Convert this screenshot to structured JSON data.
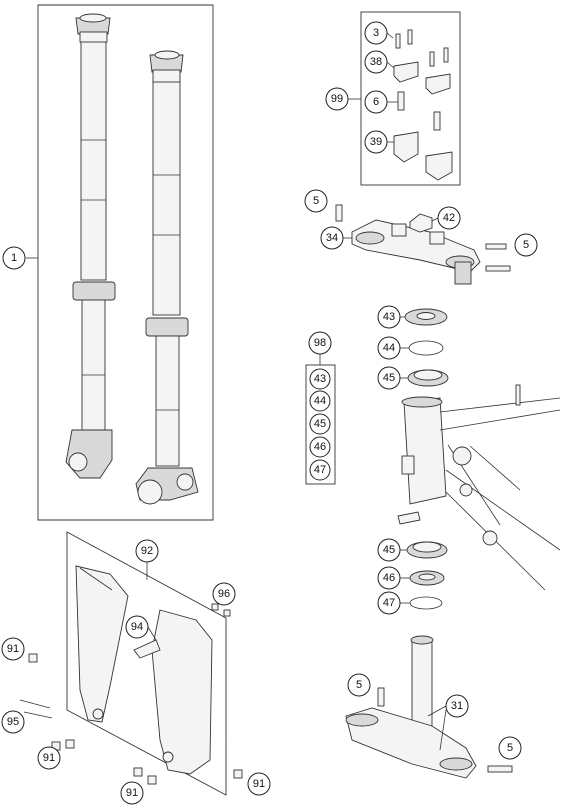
{
  "callouts": {
    "c1": "1",
    "c3": "3",
    "c38": "38",
    "c99": "99",
    "c6": "6",
    "c39": "39",
    "c5a": "5",
    "c42": "42",
    "c34": "34",
    "c5b": "5",
    "c43a": "43",
    "c44a": "44",
    "c45a": "45",
    "c98": "98",
    "c43b": "43",
    "c44b": "44",
    "c45b": "45",
    "c46b": "46",
    "c47b": "47",
    "c45c": "45",
    "c46c": "46",
    "c47c": "47",
    "c92": "92",
    "c96": "96",
    "c94": "94",
    "c91a": "91",
    "c95": "95",
    "c91b": "91",
    "c91c": "91",
    "c91d": "91",
    "c5c": "5",
    "c31": "31",
    "c5d": "5"
  }
}
